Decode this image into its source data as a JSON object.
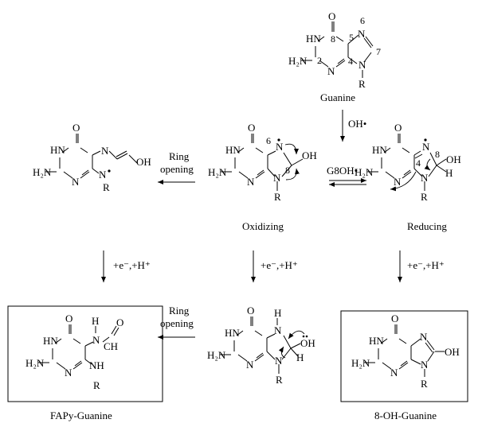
{
  "structures": {
    "guanine": {
      "label": "Guanine"
    },
    "ring_open_radical": {
      "label": ""
    },
    "oxidizing": {
      "label": "Oxidizing"
    },
    "reducing": {
      "label": "Reducing"
    },
    "fapy": {
      "label": "FAPy-Guanine"
    },
    "hydroxy_dihydro": {
      "label": ""
    },
    "oh8": {
      "label": "8-OH-Guanine"
    }
  },
  "reactions": {
    "oh_radical": "OH•",
    "g8oh": "G8OH•",
    "ring_opening": "Ring opening",
    "reduction": "+e⁻,+H⁺"
  },
  "atoms": {
    "O": "O",
    "N": "N",
    "HN": "HN",
    "H2N": "H₂N",
    "R": "R",
    "H": "H",
    "OH": "OH",
    "NH": "NH",
    "CH": "CH",
    "OH_lone": "̈OH"
  },
  "ring_numbers": [
    "2",
    "4",
    "5",
    "6",
    "7",
    "8"
  ]
}
